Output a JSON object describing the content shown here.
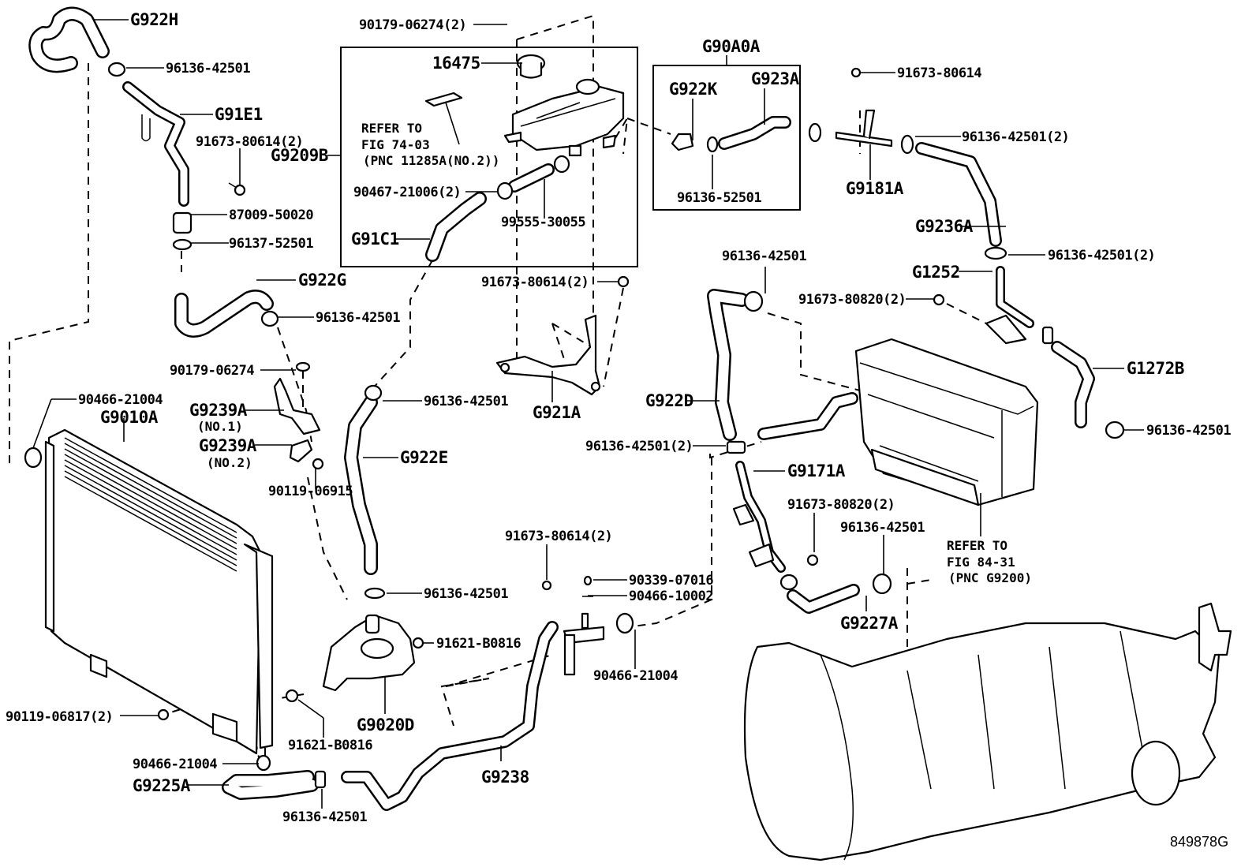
{
  "figure_id": "849878G",
  "groups": {
    "reservoir_box": "G9209B",
    "hose_kit_box": "G90A0A"
  },
  "labels": [
    {
      "id": "G922H",
      "text": "G922H"
    },
    {
      "id": "96136-42501-a",
      "text": "96136-42501"
    },
    {
      "id": "G91E1",
      "text": "G91E1"
    },
    {
      "id": "91673-80614-2-a",
      "text": "91673-80614(2)"
    },
    {
      "id": "87009-50020",
      "text": "87009-50020"
    },
    {
      "id": "96137-52501",
      "text": "96137-52501"
    },
    {
      "id": "G922G",
      "text": "G922G"
    },
    {
      "id": "96136-42501-b",
      "text": "96136-42501"
    },
    {
      "id": "90179-06274",
      "text": "90179-06274"
    },
    {
      "id": "90466-21004-a",
      "text": "90466-21004"
    },
    {
      "id": "G9010A",
      "text": "G9010A"
    },
    {
      "id": "G9239A-1",
      "text": "G9239A",
      "sub": "(NO.1)"
    },
    {
      "id": "G9239A-2",
      "text": "G9239A",
      "sub": "(NO.2)"
    },
    {
      "id": "90119-06915",
      "text": "90119-06915"
    },
    {
      "id": "90179-06274-2",
      "text": "90179-06274(2)"
    },
    {
      "id": "16475",
      "text": "16475"
    },
    {
      "id": "G9209B",
      "text": "G9209B"
    },
    {
      "id": "90467-21006-2",
      "text": "90467-21006(2)"
    },
    {
      "id": "99555-30055",
      "text": "99555-30055"
    },
    {
      "id": "G91C1",
      "text": "G91C1"
    },
    {
      "id": "91673-80614-2-b",
      "text": "91673-80614(2)"
    },
    {
      "id": "96136-42501-c",
      "text": "96136-42501"
    },
    {
      "id": "G921A",
      "text": "G921A"
    },
    {
      "id": "G922E",
      "text": "G922E"
    },
    {
      "id": "G90A0A",
      "text": "G90A0A"
    },
    {
      "id": "G922K",
      "text": "G922K"
    },
    {
      "id": "G923A",
      "text": "G923A"
    },
    {
      "id": "96136-52501",
      "text": "96136-52501"
    },
    {
      "id": "91673-80614",
      "text": "91673-80614"
    },
    {
      "id": "96136-42501-2-a",
      "text": "96136-42501(2)"
    },
    {
      "id": "G9181A",
      "text": "G9181A"
    },
    {
      "id": "G9236A",
      "text": "G9236A"
    },
    {
      "id": "96136-42501-2-b",
      "text": "96136-42501(2)"
    },
    {
      "id": "G1252",
      "text": "G1252"
    },
    {
      "id": "96136-42501-d",
      "text": "96136-42501"
    },
    {
      "id": "91673-80820-2-a",
      "text": "91673-80820(2)"
    },
    {
      "id": "G1272B",
      "text": "G1272B"
    },
    {
      "id": "96136-42501-e",
      "text": "96136-42501"
    },
    {
      "id": "G922D",
      "text": "G922D"
    },
    {
      "id": "96136-42501-2-c",
      "text": "96136-42501(2)"
    },
    {
      "id": "G9171A",
      "text": "G9171A"
    },
    {
      "id": "91673-80820-2-b",
      "text": "91673-80820(2)"
    },
    {
      "id": "96136-42501-f",
      "text": "96136-42501"
    },
    {
      "id": "G9227A",
      "text": "G9227A"
    },
    {
      "id": "91673-80614-2-c",
      "text": "91673-80614(2)"
    },
    {
      "id": "90339-07016",
      "text": "90339-07016"
    },
    {
      "id": "90466-10002",
      "text": "90466-10002"
    },
    {
      "id": "96136-42501-g",
      "text": "96136-42501"
    },
    {
      "id": "91621-B0816-a",
      "text": "91621-B0816"
    },
    {
      "id": "90466-21004-b",
      "text": "90466-21004"
    },
    {
      "id": "G9020D",
      "text": "G9020D"
    },
    {
      "id": "91621-B0816-b",
      "text": "91621-B0816"
    },
    {
      "id": "90119-06817-2",
      "text": "90119-06817(2)"
    },
    {
      "id": "90466-21004-c",
      "text": "90466-21004"
    },
    {
      "id": "G9225A",
      "text": "G9225A"
    },
    {
      "id": "96136-42501-h",
      "text": "96136-42501"
    },
    {
      "id": "G9238",
      "text": "G9238"
    }
  ],
  "references": {
    "reservoir_ref": [
      "REFER TO",
      "FIG 74-03",
      "(PNC 11285A(NO.2))"
    ],
    "inverter_ref": [
      "REFER TO",
      "FIG 84-31",
      "(PNC G9200)"
    ]
  }
}
